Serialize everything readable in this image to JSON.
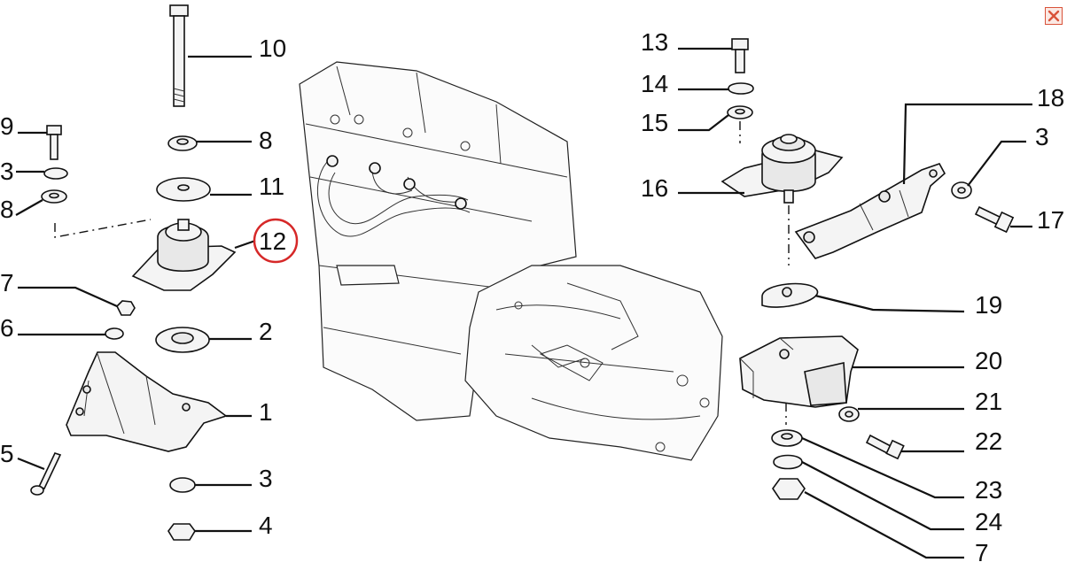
{
  "diagram": {
    "callouts": {
      "c10": "10",
      "c9": "9",
      "c8a": "8",
      "c3a": "3",
      "c8b": "8",
      "c11": "11",
      "c12": "12",
      "c7a": "7",
      "c6": "6",
      "c2": "2",
      "c1": "1",
      "c5": "5",
      "c3b": "3",
      "c4": "4",
      "c13": "13",
      "c14": "14",
      "c15": "15",
      "c16": "16",
      "c18": "18",
      "c3c": "3",
      "c17": "17",
      "c19": "19",
      "c20": "20",
      "c21": "21",
      "c22": "22",
      "c23": "23",
      "c24": "24",
      "c7b": "7"
    },
    "highlighted_callout": "12",
    "highlight_color": "#d62828"
  },
  "toolbar": {
    "close_icon": "close-icon",
    "close_color": "#d9533a"
  }
}
